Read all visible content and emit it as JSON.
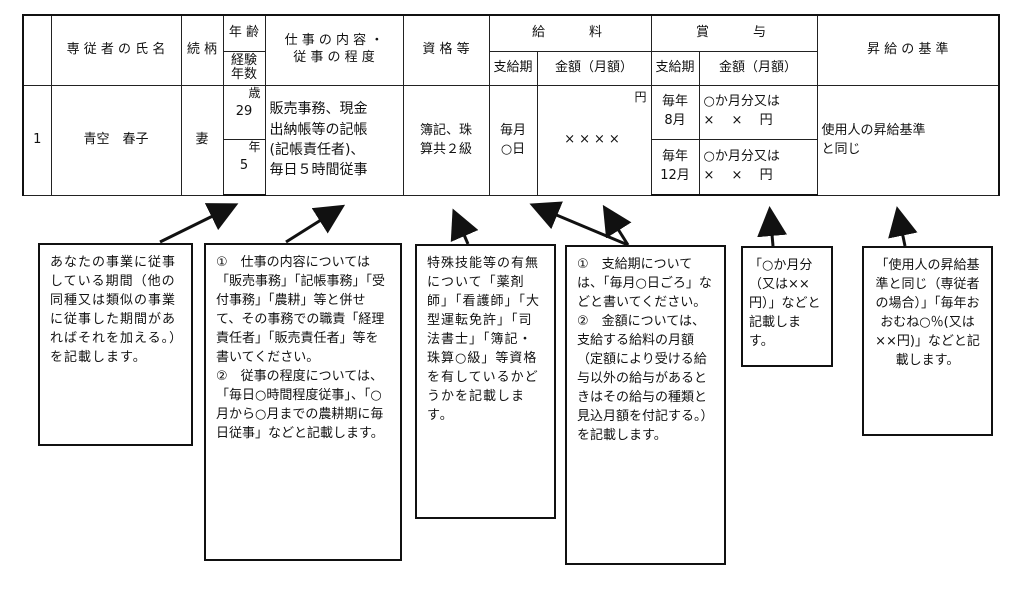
{
  "header": {
    "name": "専 従 者 の 氏 名",
    "relation": "続 柄",
    "age": "年 齢",
    "experience": "経験\n年数",
    "job": "仕 事 の 内 容 ・\n従 事 の 程 度",
    "qualification": "資 格 等",
    "salary": "給　　料",
    "bonus": "賞　　与",
    "pay_period": "支給期",
    "amount_monthly": "金額（月額）",
    "raise_basis": "昇 給 の 基 準"
  },
  "row": {
    "no": "1",
    "name": "青空　春子",
    "relation": "妻",
    "age_unit": "歳",
    "age": "29",
    "years_unit": "年",
    "years": "5",
    "job": "販売事務、現金\n出納帳等の記帳\n(記帳責任者)、\n毎日５時間従事",
    "qualification": "簿記、珠\n算共２級",
    "pay_period": "毎月\n○日",
    "yen_unit": "円",
    "salary_amount": "××××",
    "bonus1_period": "毎年\n8月",
    "bonus1_amount": "○か月分又は\n×　 ×　 円",
    "bonus2_period": "毎年\n12月",
    "bonus2_amount": "○か月分又は\n×　 ×　 円",
    "raise_basis": "使用人の昇給基準\nと同じ"
  },
  "callouts": {
    "years_note": "あなたの事業に従事している期間（他の同種又は類似の事業に従事した期間があればそれを加える。）を記載します。",
    "job_note": "①　仕事の内容については「販売事務」「記帳事務」「受付事務」「農耕」等と併せて、その事務での職責「経理責任者」「販売責任者」等を書いてください。\n②　従事の程度については、「毎日○時間程度従事」、「○月から○月までの農耕期に毎日従事」などと記載します。",
    "qualification_note": "特殊技能等の有無について「薬剤師」「看護師」「大型運転免許」「司法書士」「簿記・珠算○級」等資格を有しているかどうかを記載します。",
    "salary_note": "①　支給期については、「毎月○日ごろ」などと書いてください。\n②　金額については、支給する給料の月額（定額により受ける給与以外の給与があるときはその給与の種類と見込月額を付記する。）を記載します。",
    "bonus_note": "「○か月分（又は××円）」などと記載します。",
    "raise_note": "「使用人の昇給基準と同じ（専従者の場合）」「毎年おおむね○％(又は××円)」などと記載します。"
  }
}
